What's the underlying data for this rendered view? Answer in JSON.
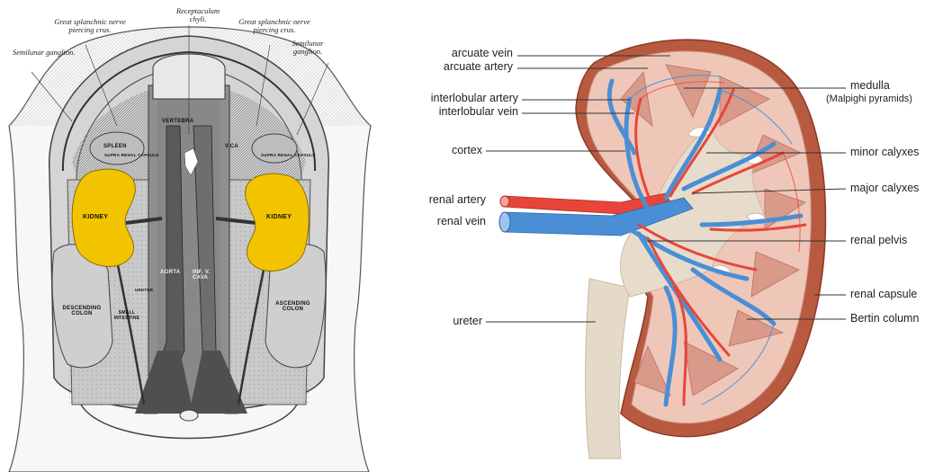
{
  "engraving": {
    "labels": {
      "semilunar_left": "Semilunar ganglion.",
      "splanchnic_left": "Great splanchnic nerve piercing crus.",
      "receptaculum": "Receptaculum chyli.",
      "splanchnic_right": "Great splanchnic nerve piercing crus.",
      "semilunar_right": "Semilunar ganglion."
    },
    "organs": {
      "vertebra": "VERTEBRA",
      "spleen": "SPLEEN",
      "suprarenal_left": "SUPRA RENAL CAPSULE",
      "suprarenal_right": "SUPRA RENAL CAPSULE",
      "vcava_top": "V.CA",
      "kidney_left": "KIDNEY",
      "kidney_right": "KIDNEY",
      "descending_colon": "DESCENDING COLON",
      "ascending_colon": "ASCENDING COLON",
      "aorta": "AORTA",
      "cava": "INF. V. CAVA",
      "ureter": "URETER",
      "small_intestine": "SMALL INTESTINE"
    },
    "colors": {
      "kidney": "#f2c400"
    }
  },
  "kidney_diagram": {
    "left_labels": {
      "arcuate_vein": "arcuate vein",
      "arcuate_artery": "arcuate artery",
      "interlobular_artery": "interlobular artery",
      "interlobular_vein": "interlobular vein",
      "cortex": "cortex",
      "renal_artery": "renal artery",
      "renal_vein": "renal vein",
      "ureter": "ureter"
    },
    "right_labels": {
      "medulla": "medulla",
      "medulla_sub": "(Malpighi pyramids)",
      "minor_calyxes": "minor calyxes",
      "major_calyxes": "major calyxes",
      "renal_pelvis": "renal pelvis",
      "renal_capsule": "renal capsule",
      "bertin_column": "Bertin column"
    },
    "colors": {
      "artery": "#e8453a",
      "vein": "#4a8fd6",
      "capsule": "#b5533c",
      "cortex": "#efc7b9",
      "pelvis": "#e7dccb"
    }
  }
}
